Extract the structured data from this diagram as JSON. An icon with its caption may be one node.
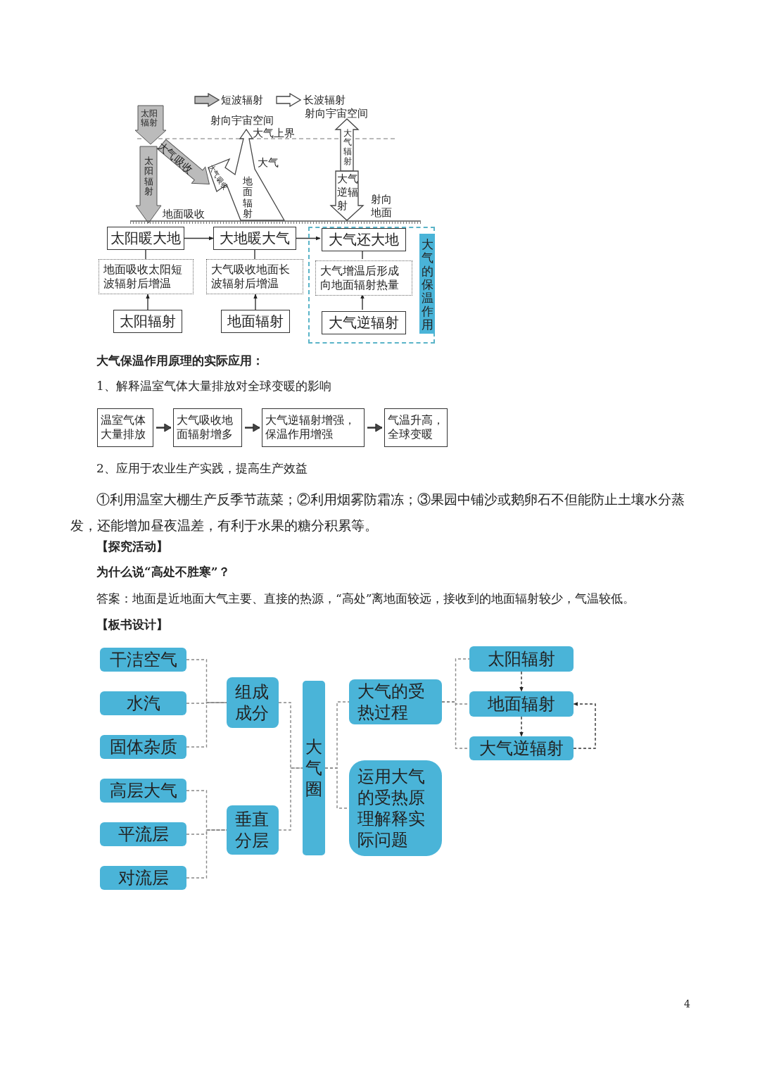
{
  "diagram": {
    "nodes": [
      {
        "text": [
          "太阳暖大地"
        ]
      },
      {
        "text": [
          "大地暖大气"
        ]
      },
      {
        "text": [
          "大气的保温作用"
        ]
      },
      {
        "text": [
          "大气还大地"
        ],
        "in": 2
      },
      {
        "text": [
          "地面吸收太阳短波辐射后增温"
        ]
      },
      {
        "text": [
          "大气吸收地面长波辐射后增温"
        ]
      },
      {
        "text": [
          "大气增温后形成向地面辐射热量"
        ],
        "in": 2
      },
      {
        "text": [
          "太阳辐射"
        ]
      },
      {
        "text": [
          "地面辐射"
        ]
      },
      {
        "text": [
          "大气逆辐射"
        ],
        "in": 2
      },
      {
        "text": [
          "温室气体大量排放"
        ]
      },
      {
        "text": [
          "大气吸收地面辐射增多"
        ]
      },
      {
        "text": [
          "大气逆辐射增强，保温作用增强"
        ]
      },
      {
        "text": [
          "气温升高，全球变暖"
        ]
      },
      {
        "text": [
          "干洁空气"
        ]
      },
      {
        "text": [
          "水汽"
        ]
      },
      {
        "text": [
          "固体杂质"
        ]
      },
      {
        "text": [
          "高层大气"
        ]
      },
      {
        "text": [
          "平流层"
        ]
      },
      {
        "text": [
          "对流层"
        ]
      },
      {
        "text": [
          "组成成分"
        ]
      },
      {
        "text": [
          "垂直分层"
        ]
      },
      {
        "text": [
          "大气圈"
        ]
      },
      {
        "text": [
          "大气的受热过程"
        ]
      },
      {
        "text": [
          "运用大气的受热原理解释实际问题"
        ]
      },
      {
        "text": [
          "太阳辐射"
        ]
      },
      {
        "text": [
          "地面辐射"
        ]
      },
      {
        "text": [
          "大气逆辐射"
        ]
      }
    ],
    "edges": [
      {
        "from": 0,
        "to": 1,
        "arrow": "to"
      },
      {
        "from": 1,
        "to": 3,
        "arrow": "to"
      },
      {
        "from": 0,
        "to": 4,
        "arrow": "none"
      },
      {
        "from": 7,
        "to": 4,
        "arrow": "to"
      },
      {
        "from": 1,
        "to": 5,
        "arrow": "none"
      },
      {
        "from": 8,
        "to": 5,
        "arrow": "to"
      },
      {
        "from": 3,
        "to": 6,
        "arrow": "none"
      },
      {
        "from": 9,
        "to": 6,
        "arrow": "to"
      },
      {
        "from": 10,
        "to": 11,
        "arrow": "to"
      },
      {
        "from": 11,
        "to": 12,
        "arrow": "to"
      },
      {
        "from": 12,
        "to": 13,
        "arrow": "to"
      },
      {
        "from": 14,
        "to": 20,
        "arrow": "none",
        "style": "dashed"
      },
      {
        "from": 15,
        "to": 20,
        "arrow": "none",
        "style": "dashed"
      },
      {
        "from": 16,
        "to": 20,
        "arrow": "none",
        "style": "dashed"
      },
      {
        "from": 17,
        "to": 21,
        "arrow": "none",
        "style": "dashed"
      },
      {
        "from": 18,
        "to": 21,
        "arrow": "none",
        "style": "dashed"
      },
      {
        "from": 19,
        "to": 21,
        "arrow": "none",
        "style": "dashed"
      },
      {
        "from": 20,
        "to": 22,
        "arrow": "none",
        "style": "dashed"
      },
      {
        "from": 21,
        "to": 22,
        "arrow": "none",
        "style": "dashed"
      },
      {
        "from": 22,
        "to": 23,
        "arrow": "none",
        "style": "dashed"
      },
      {
        "from": 22,
        "to": 24,
        "arrow": "none",
        "style": "dashed"
      },
      {
        "from": 23,
        "to": 25,
        "arrow": "none",
        "style": "dashed"
      },
      {
        "from": 23,
        "to": 26,
        "arrow": "none",
        "style": "dashed"
      },
      {
        "from": 23,
        "to": 27,
        "arrow": "none",
        "style": "dashed"
      },
      {
        "from": 25,
        "to": 26,
        "arrow": "to",
        "style": "dashed"
      },
      {
        "from": 26,
        "to": 27,
        "arrow": "to",
        "style": "dashed"
      },
      {
        "from": 27,
        "to": 26,
        "arrow": "to",
        "style": "dashed"
      }
    ],
    "labels": [
      "太阳辐射",
      "射向宇宙空间",
      "射向宇宙空间",
      "大气上界",
      "大气吸收",
      "大气",
      "太阳辐射",
      "大气辐射",
      "大气吸收",
      "地面辐射",
      "大气逆辐射",
      "射向地面",
      "地面吸收",
      "大气保温作用原理的实际应用：",
      "1、解释温室气体大量排放对全球变暖的影响",
      "2、应用于农业生产实践，提高生产效益",
      "①利用温室大棚生产反季节蔬菜；②利用烟雾防霜冻；③果园中铺沙或鹅卵石不但能防止土壤水分蒸发，还能增加昼夜温差，有利于水果的糖分积累等。",
      "【探究活动】",
      "为什么说“高处不胜寒”？",
      "答案：地面是近地面大气主要、直接的热源，“高处”离地面较远，接收到的地面辐射较少，气温较低。",
      "【板书设计】",
      "4"
    ],
    "legend": [
      {
        "text": "短波辐射"
      },
      {
        "text": "长波辐射"
      }
    ]
  }
}
